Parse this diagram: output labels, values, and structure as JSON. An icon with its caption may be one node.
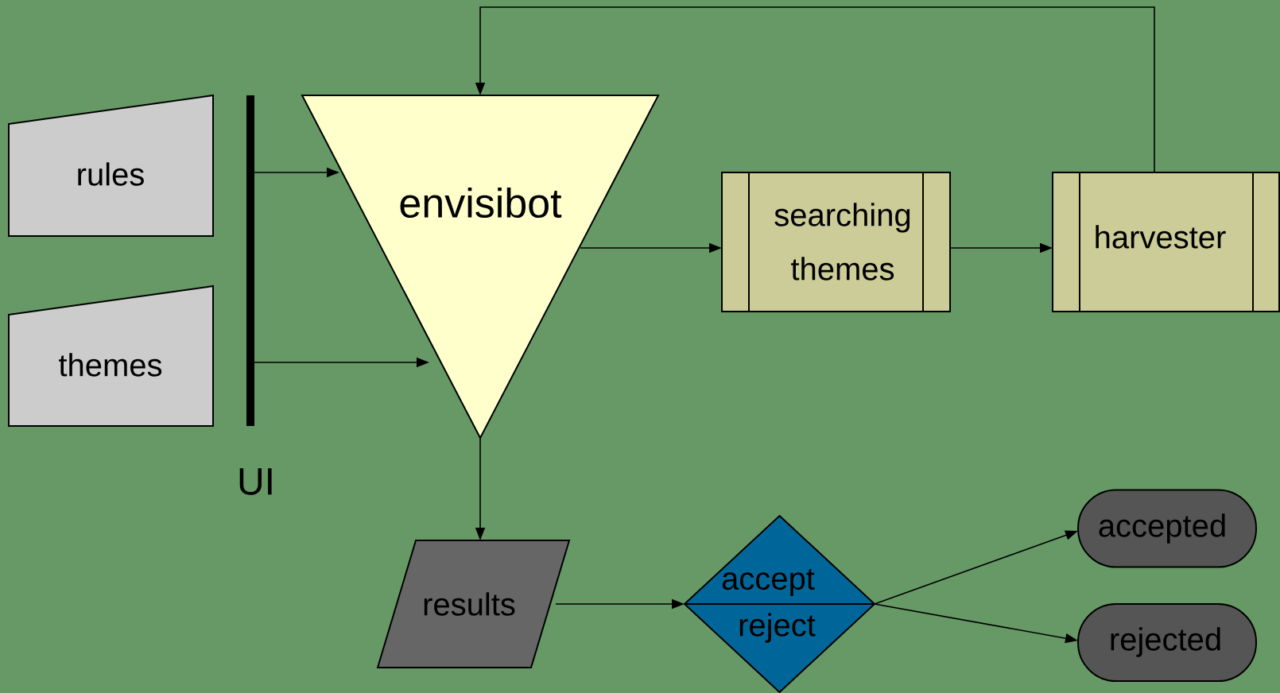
{
  "diagram": {
    "nodes": [
      {
        "text": [
          "rules"
        ]
      },
      {
        "text": [
          "themes"
        ]
      },
      {
        "text": [],
        "shape": "bar",
        "beside": [
          "UI"
        ]
      },
      {
        "text": [
          "envisibot"
        ]
      },
      {
        "text": [
          "searching themes"
        ]
      },
      {
        "text": [
          "harvester"
        ]
      },
      {
        "text": [
          "results"
        ]
      },
      {
        "text": [
          "accept",
          "reject"
        ]
      },
      {
        "text": [
          "accepted"
        ]
      },
      {
        "text": [
          "rejected"
        ]
      }
    ],
    "edges": [
      {
        "from": 2,
        "to": 3,
        "arrow": "to"
      },
      {
        "from": 2,
        "to": 3,
        "arrow": "to"
      },
      {
        "from": 3,
        "to": 4,
        "arrow": "to"
      },
      {
        "from": 4,
        "to": 5,
        "arrow": "to"
      },
      {
        "from": 5,
        "to": 3,
        "arrow": "to"
      },
      {
        "from": 3,
        "to": 6,
        "arrow": "to"
      },
      {
        "from": 6,
        "to": 7,
        "arrow": "to"
      },
      {
        "from": 7,
        "to": 8,
        "arrow": "to"
      },
      {
        "from": 7,
        "to": 9,
        "arrow": "to"
      }
    ]
  }
}
